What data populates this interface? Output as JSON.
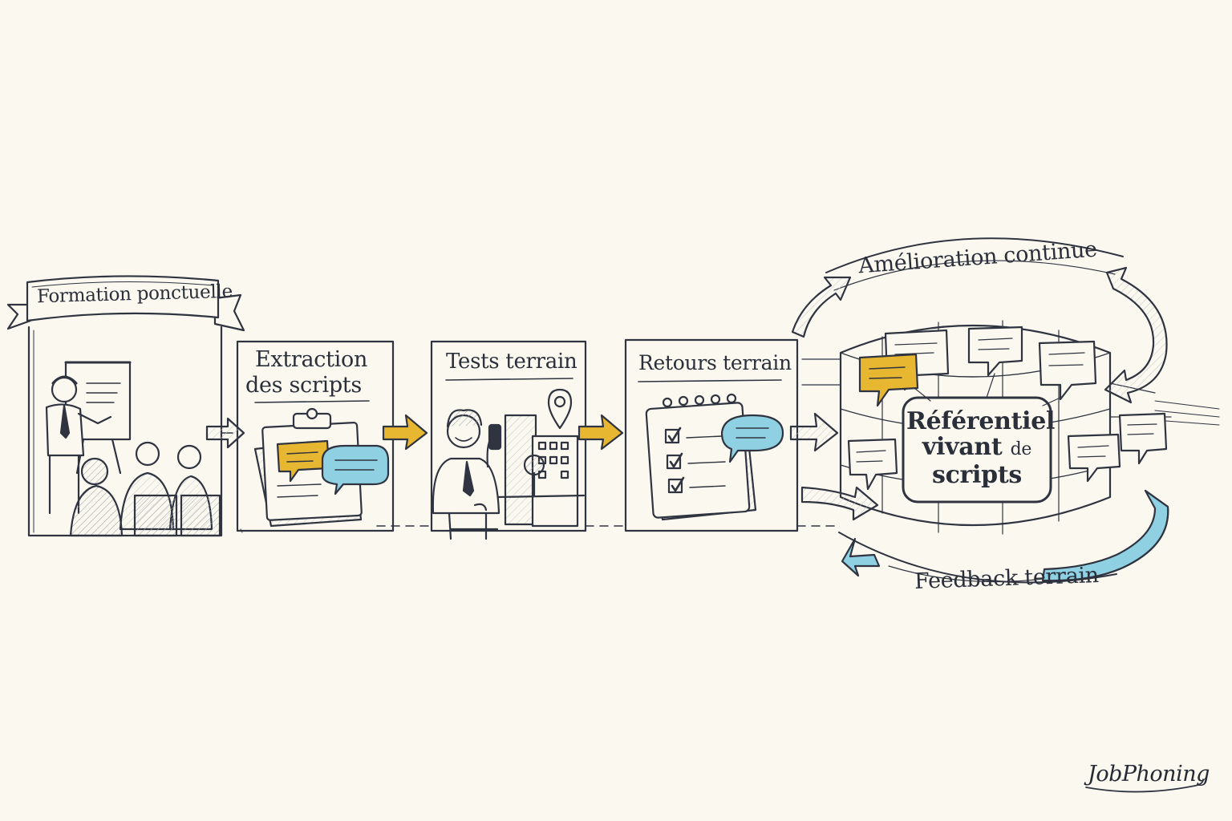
{
  "diagram": {
    "stages": [
      {
        "label": "Formation ponctuelle"
      },
      {
        "label_line1": "Extraction",
        "label_line2": "des scripts"
      },
      {
        "label": "Tests terrain"
      },
      {
        "label": "Retours terrain"
      }
    ],
    "hub": {
      "line1": "Référentiel",
      "line2": "vivant",
      "line2_small": "de",
      "line3": "scripts"
    },
    "loop_top_label": "Amélioration continue",
    "loop_bottom_label": "Feedback terrain",
    "brand": "JobPhoning"
  },
  "colors": {
    "ink": "#2f3440",
    "paper": "#fbf8f0",
    "accent_yellow": "#e8b731",
    "accent_blue": "#8fd0e2",
    "arrow_gray": "#c9ccd2"
  }
}
